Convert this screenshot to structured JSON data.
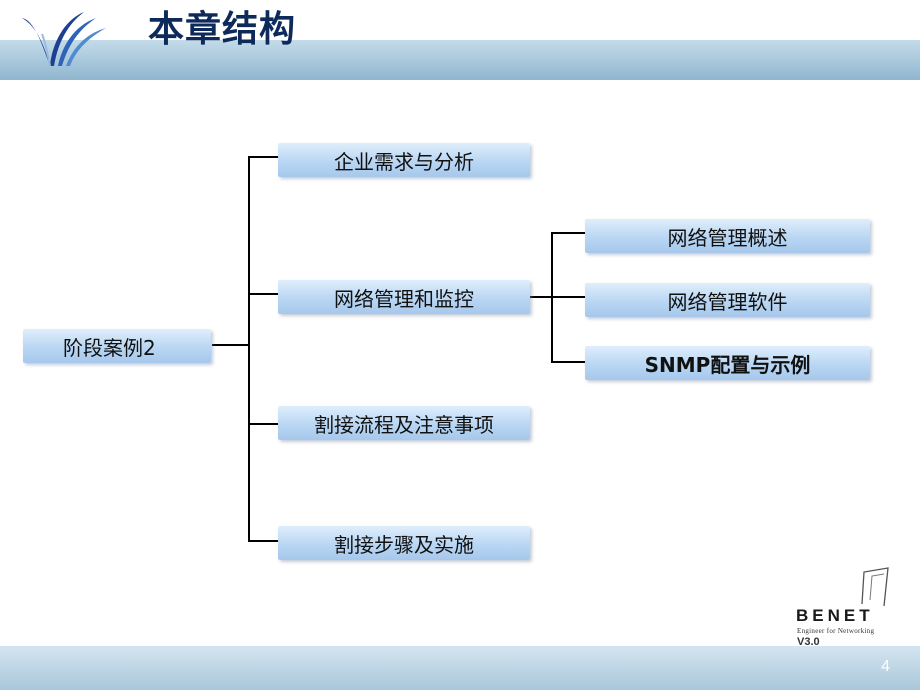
{
  "slide": {
    "title": "本章结构",
    "page_number": "4"
  },
  "tree": {
    "root": "阶段案例2",
    "level1": [
      "企业需求与分析",
      "网络管理和监控",
      "割接流程及注意事项",
      "割接步骤及实施"
    ],
    "level2": [
      "网络管理概述",
      "网络管理软件",
      "SNMP配置与示例"
    ]
  },
  "branding": {
    "name": "BENET",
    "tagline": "Engineer for Networking",
    "version": "V3.0",
    "logo_icon": "vc-swoosh-logo-icon",
    "accent": "#0e2a5a",
    "box_color": "#b9d6f3"
  }
}
